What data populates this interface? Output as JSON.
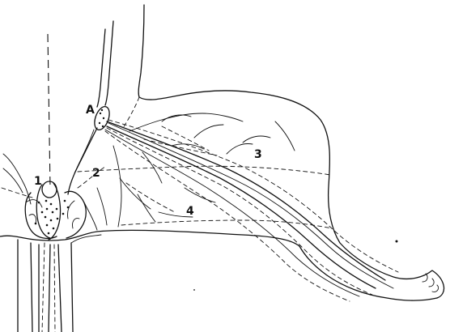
{
  "labels": {
    "node_a": "A",
    "region_1": "1",
    "region_2": "2",
    "region_3": "3",
    "region_4": "4"
  },
  "colors": {
    "ink": "#111111",
    "background": "#ffffff"
  }
}
